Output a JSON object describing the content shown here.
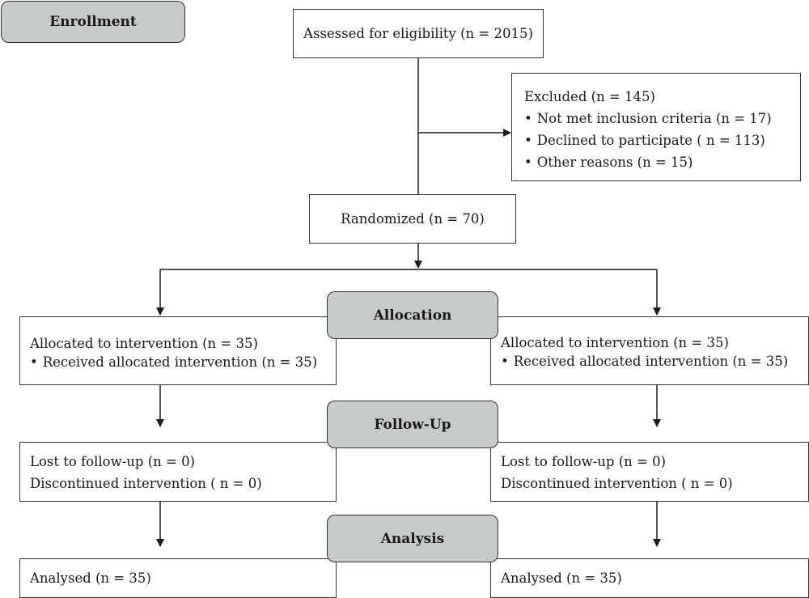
{
  "colors": {
    "stage_fill": "#c6cac8",
    "border": "#333333",
    "text": "#1a1a1a"
  },
  "stages": {
    "enrollment": "Enrollment",
    "allocation": "Allocation",
    "followup": "Follow-Up",
    "analysis": "Analysis"
  },
  "assessed": "Assessed for eligibility (n = 2015)",
  "excluded": {
    "title": "Excluded (n = 145)",
    "items": [
      "Not met inclusion criteria (n = 17)",
      "Declined to participate ( n = 113)",
      "Other reasons (n = 15)"
    ]
  },
  "randomized": "Randomized (n = 70)",
  "left": {
    "allocated": "Allocated to intervention (n = 35)",
    "received": "Received allocated intervention (n = 35)",
    "lost": "Lost to follow-up (n = 0)",
    "discontinued": "Discontinued intervention ( n = 0)",
    "analysed": "Analysed (n = 35)"
  },
  "right": {
    "allocated": "Allocated to intervention (n = 35)",
    "received": "Received allocated intervention (n = 35)",
    "lost": "Lost to follow-up (n = 0)",
    "discontinued": "Discontinued intervention ( n = 0)",
    "analysed": "Analysed (n = 35)"
  }
}
